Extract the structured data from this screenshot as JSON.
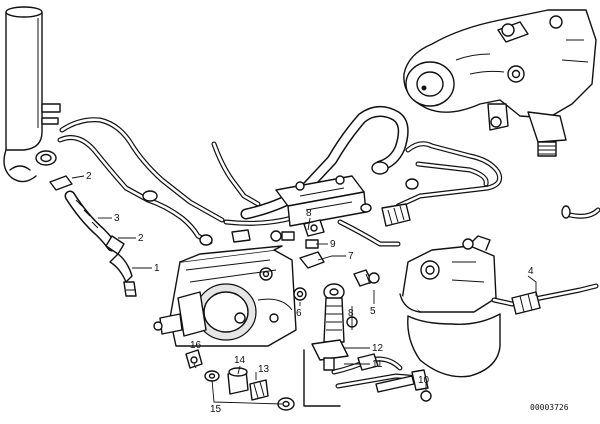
{
  "diagram": {
    "callouts": {
      "c1": "1",
      "c2a": "2",
      "c2b": "2",
      "c3": "3",
      "c4": "4",
      "c5": "5",
      "c6": "6",
      "c7": "7",
      "c8a": "8",
      "c8b": "8",
      "c9": "9",
      "c10": "10",
      "c11": "11",
      "c12": "12",
      "c13": "13",
      "c14": "14",
      "c15": "15",
      "c16": "16"
    },
    "document_number": "00003726"
  }
}
